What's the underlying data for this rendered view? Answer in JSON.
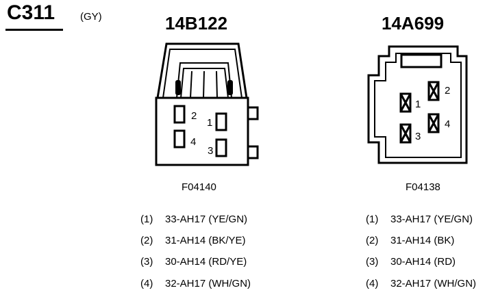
{
  "connector": {
    "id": "C311",
    "color_code": "(GY)"
  },
  "views": [
    {
      "part_number": "14B122",
      "figure_code": "F04140",
      "cavity_labels": [
        "1",
        "2",
        "3",
        "4"
      ],
      "pins": [
        {
          "num": "(1)",
          "circuit": "33-AH17 (YE/GN)"
        },
        {
          "num": "(2)",
          "circuit": "31-AH14 (BK/YE)"
        },
        {
          "num": "(3)",
          "circuit": "30-AH14 (RD/YE)"
        },
        {
          "num": "(4)",
          "circuit": "32-AH17 (WH/GN)"
        }
      ]
    },
    {
      "part_number": "14A699",
      "figure_code": "F04138",
      "cavity_labels": [
        "1",
        "2",
        "3",
        "4"
      ],
      "pins": [
        {
          "num": "(1)",
          "circuit": "33-AH17 (YE/GN)"
        },
        {
          "num": "(2)",
          "circuit": "31-AH14 (BK)"
        },
        {
          "num": "(3)",
          "circuit": "30-AH14 (RD)"
        },
        {
          "num": "(4)",
          "circuit": "32-AH17 (WH/GN)"
        }
      ]
    }
  ]
}
